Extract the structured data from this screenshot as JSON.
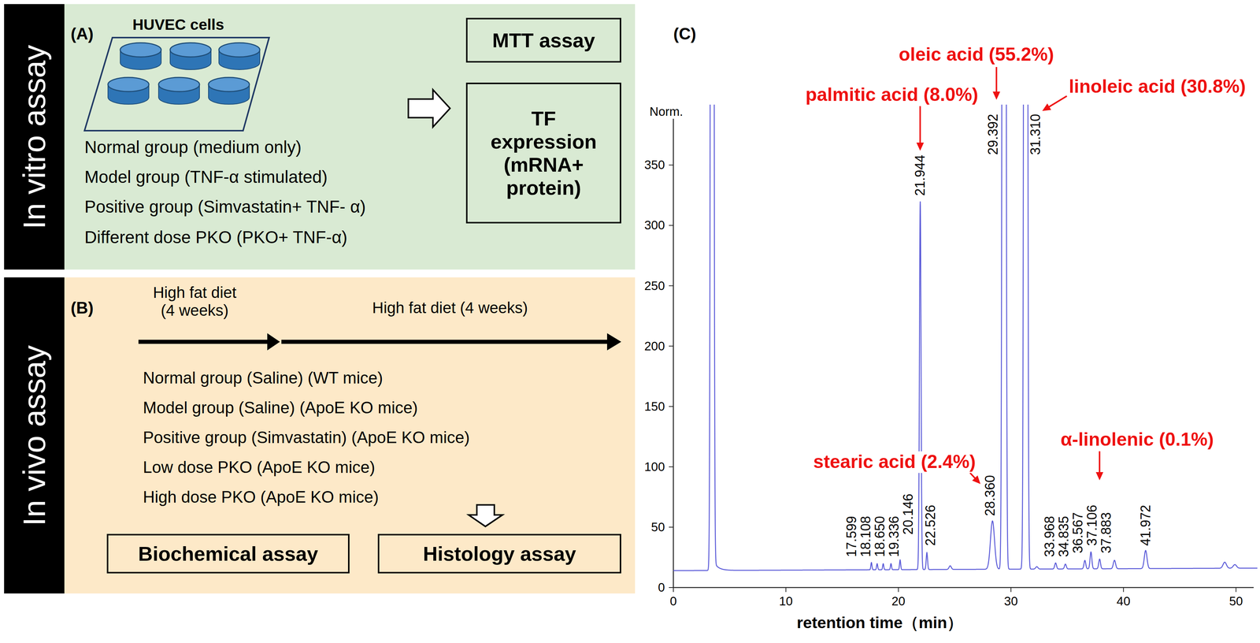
{
  "diagram": {
    "nodes": [
      {
        "text": [
          "In vitro assay"
        ]
      },
      {
        "text": [
          "(A)",
          "HUVEC cells",
          "Normal group (medium only)",
          "Model group (TNF-α stimulated)",
          "Positive group (Simvastatin+ TNF- α)",
          "Different dose PKO (PKO+ TNF-α)"
        ]
      },
      {
        "text": [
          "MTT assay"
        ],
        "in": 1
      },
      {
        "text": [
          "TF expression (mRNA+ protein)"
        ],
        "in": 1
      },
      {
        "text": [
          "In vivo assay"
        ]
      },
      {
        "text": [
          "(B)",
          "High fat diet (4 weeks)",
          "High fat diet (4 weeks)",
          "Normal group (Saline) (WT mice)",
          "Model group (Saline) (ApoE KO mice)",
          "Positive group (Simvastatin) (ApoE KO mice)",
          "Low dose PKO (ApoE KO mice)",
          "High dose PKO (ApoE KO mice)"
        ]
      },
      {
        "text": [
          "Biochemical assay"
        ],
        "in": 5
      },
      {
        "text": [
          "Histology assay"
        ],
        "in": 5
      }
    ],
    "labels": [
      "(C)",
      "Norm.",
      "350",
      "300",
      "250",
      "200",
      "150",
      "100",
      "50",
      "0",
      "0",
      "10",
      "20",
      "30",
      "40",
      "50",
      "retention time（min）",
      "palmitic acid (8.0%)",
      "oleic acid (55.2%)",
      "linoleic acid (30.8%)",
      "stearic acid (2.4%)",
      "α-linolenic (0.1%)",
      "17.599",
      "18.108",
      "18.650",
      "19.336",
      "20.146",
      "21.944",
      "22.526",
      "28.360",
      "29.392",
      "31.310",
      "33.968",
      "34.835",
      "36.567",
      "37.106",
      "37.883",
      "41.972"
    ]
  }
}
